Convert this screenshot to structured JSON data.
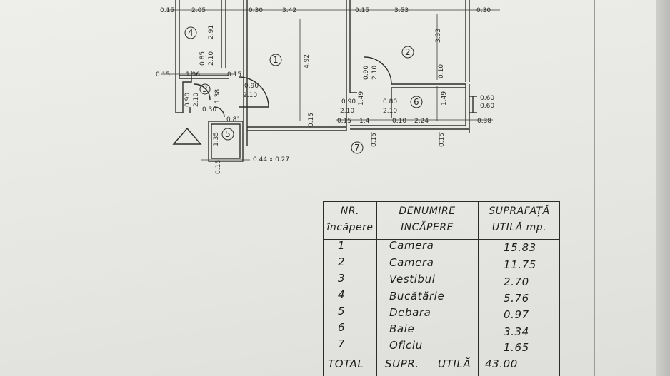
{
  "dimensions": {
    "top": [
      "0.15",
      "2.05",
      "0.30",
      "3.42",
      "0.15",
      "3.53",
      "0.30"
    ],
    "room4": [
      "2.91",
      "0.85",
      "2.10"
    ],
    "left": [
      "0.15",
      "1.96",
      "0.15"
    ],
    "door3": [
      "0.90",
      "2.10",
      "0.90",
      "2.10",
      "1.38"
    ],
    "vestibul": [
      "0.30",
      "0.81",
      "1.35",
      "0.15"
    ],
    "window": "0.44 x 0.27",
    "room1": [
      "4.92",
      "0.15"
    ],
    "room2": [
      "3.33",
      "0.90",
      "2.10",
      "0.10"
    ],
    "room6_left": [
      "0.90",
      "2.10",
      "1.49"
    ],
    "room6_right": [
      "0.80",
      "2.10",
      "1.49"
    ],
    "bottom": [
      "0.15",
      "1.4",
      "0.15",
      "0.10",
      "2.24",
      "0.15"
    ],
    "right": [
      "0.60",
      "0.60",
      "0.38"
    ]
  },
  "rooms": [
    "1",
    "2",
    "3",
    "4",
    "5",
    "6",
    "7"
  ],
  "table": {
    "header": {
      "nr_line1": "NR.",
      "nr_line2": "încăpere",
      "name_line1": "DENUMIRE",
      "name_line2": "INCĂPERE",
      "area_line1": "SUPRAFAȚĂ",
      "area_line2": "UTILĂ mp."
    },
    "rows": [
      {
        "nr": "1",
        "name": "Camera",
        "area": "15.83"
      },
      {
        "nr": "2",
        "name": "Camera",
        "area": "11.75"
      },
      {
        "nr": "3",
        "name": "Vestibul",
        "area": "2.70"
      },
      {
        "nr": "4",
        "name": "Bucătărie",
        "area": "5.76"
      },
      {
        "nr": "5",
        "name": "Debara",
        "area": "0.97"
      },
      {
        "nr": "6",
        "name": "Baie",
        "area": "3.34"
      },
      {
        "nr": "7",
        "name": "Oficiu",
        "area": "1.65"
      }
    ],
    "total": {
      "label": "TOTAL",
      "label2": "SUPR.",
      "label3": "UTILĂ",
      "value": "43.00"
    }
  }
}
